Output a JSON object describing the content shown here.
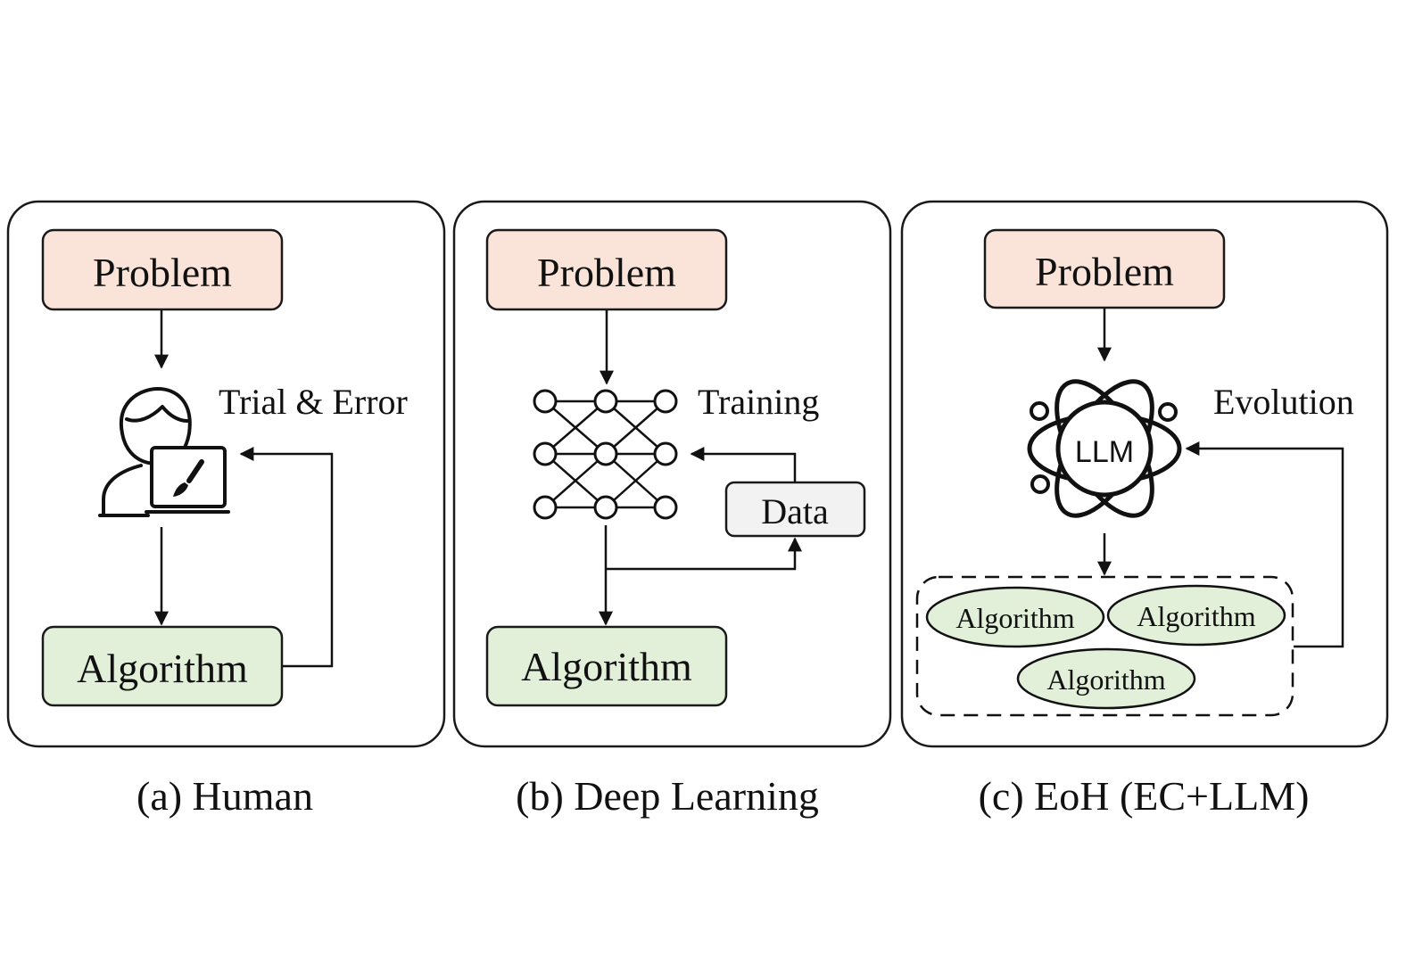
{
  "panel_a": {
    "problem": "Problem",
    "process": "Trial & Error",
    "algorithm": "Algorithm",
    "caption": "(a) Human"
  },
  "panel_b": {
    "problem": "Problem",
    "process": "Training",
    "data": "Data",
    "algorithm": "Algorithm",
    "caption": "(b) Deep Learning"
  },
  "panel_c": {
    "problem": "Problem",
    "llm": "LLM",
    "process": "Evolution",
    "population": [
      "Algorithm",
      "Algorithm",
      "Algorithm"
    ],
    "caption": "(c) EoH (EC+LLM)"
  },
  "colors": {
    "problem_fill": "#fae3d8",
    "algorithm_fill": "#e2efd9",
    "data_fill": "#f2f2f2"
  },
  "icons": {
    "human": "person-with-laptop-icon",
    "network": "neural-network-icon",
    "llm": "atom-icon"
  }
}
